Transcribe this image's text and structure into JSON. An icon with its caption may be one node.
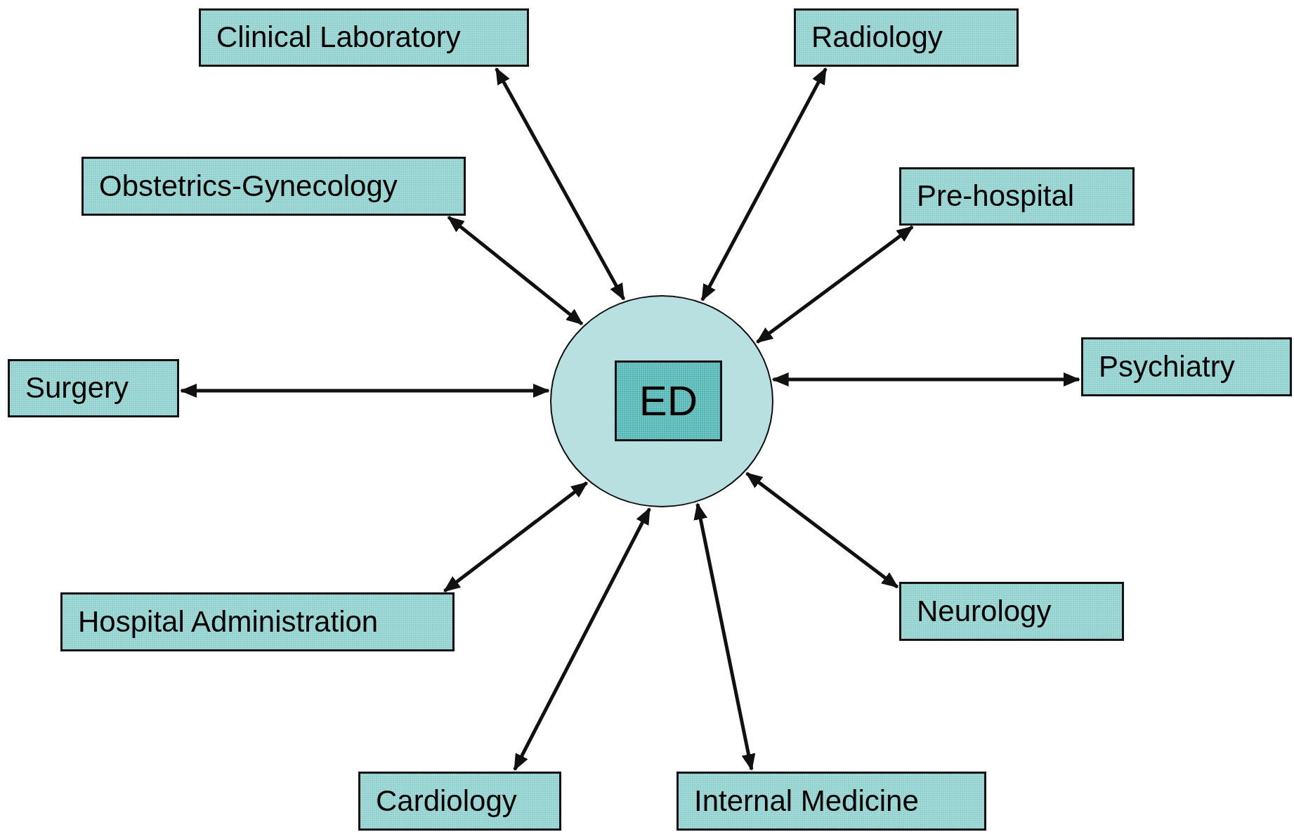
{
  "diagram": {
    "nodes": [
      {
        "text": [
          "Clinical Laboratory"
        ]
      },
      {
        "text": [
          "Radiology"
        ]
      },
      {
        "text": [
          "Obstetrics-Gynecology"
        ]
      },
      {
        "text": [
          "Pre-hospital"
        ]
      },
      {
        "text": [
          "Surgery"
        ]
      },
      {
        "text": [],
        "shape": "circle"
      },
      {
        "text": [
          "ED"
        ],
        "in": 5
      },
      {
        "text": [
          "Psychiatry"
        ]
      },
      {
        "text": [
          "Hospital Administration"
        ]
      },
      {
        "text": [
          "Neurology"
        ]
      },
      {
        "text": [
          "Cardiology"
        ]
      },
      {
        "text": [
          "Internal Medicine"
        ]
      }
    ],
    "edges": [
      {
        "from": 0,
        "to": 5,
        "arrow": "both"
      },
      {
        "from": 1,
        "to": 5,
        "arrow": "both"
      },
      {
        "from": 2,
        "to": 5,
        "arrow": "both"
      },
      {
        "from": 3,
        "to": 5,
        "arrow": "both"
      },
      {
        "from": 4,
        "to": 5,
        "arrow": "both"
      },
      {
        "from": 7,
        "to": 5,
        "arrow": "both"
      },
      {
        "from": 8,
        "to": 5,
        "arrow": "both"
      },
      {
        "from": 9,
        "to": 5,
        "arrow": "both"
      },
      {
        "from": 10,
        "to": 5,
        "arrow": "both"
      },
      {
        "from": 11,
        "to": 5,
        "arrow": "both"
      }
    ]
  }
}
